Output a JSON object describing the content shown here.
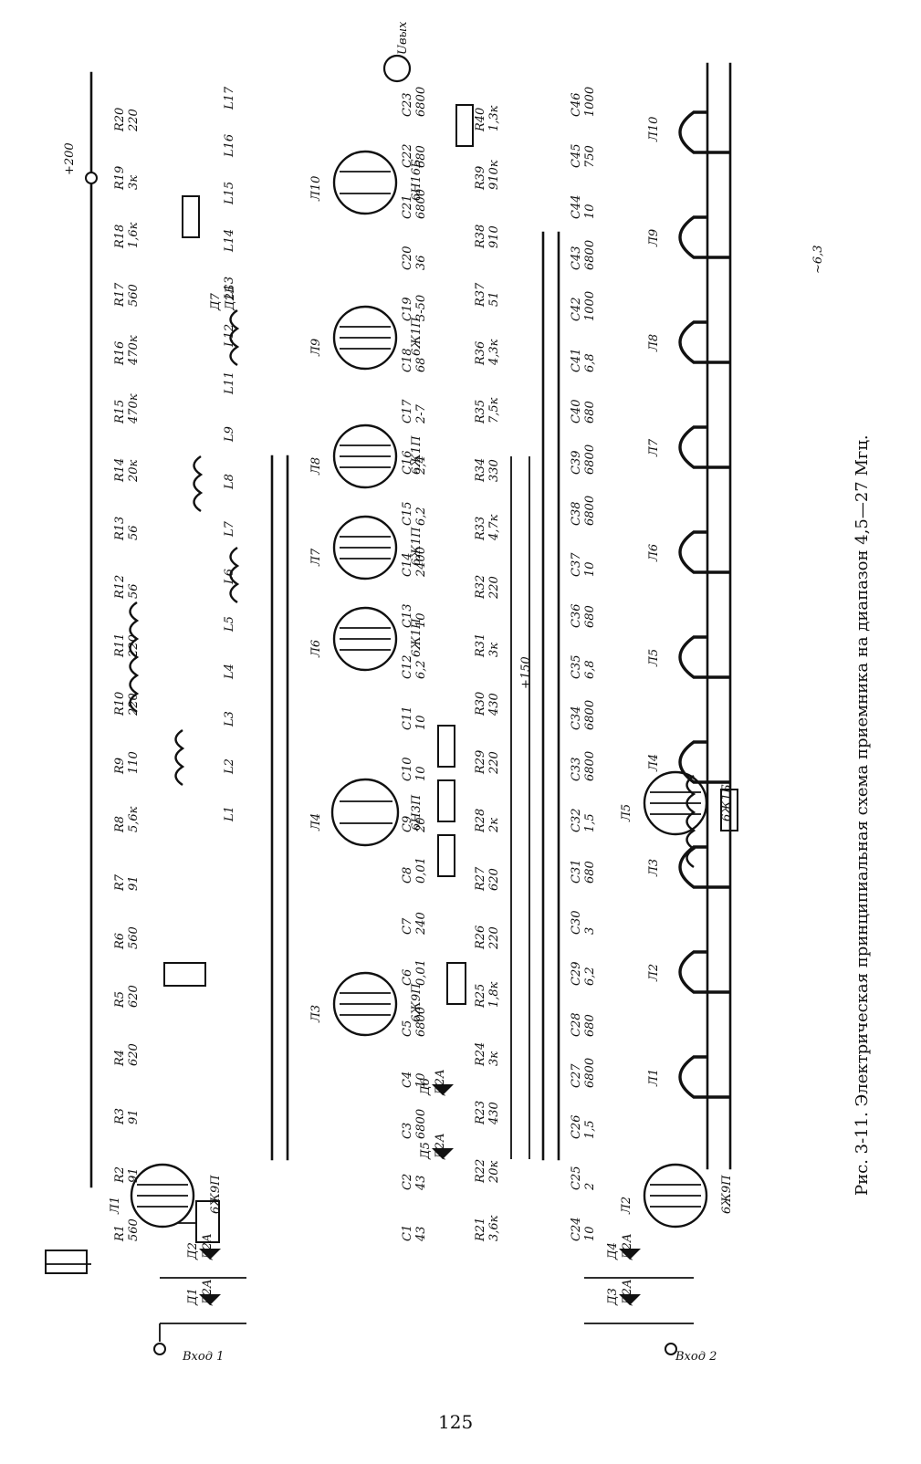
{
  "caption": "Рис. 3-11. Электрическая принципиальная схема приемника на диапазон 4,5—27 Мгц.",
  "page_number": "125",
  "supply_labels": {
    "b_plus_200": "+200",
    "b_plus_150": "+150",
    "filament": "~6,3",
    "output": "Uвых"
  },
  "inputs": {
    "in1": "Вход 1",
    "in2": "Вход 2"
  },
  "tubes": [
    {
      "ref": "Л1",
      "type": "6Ж9П"
    },
    {
      "ref": "Л2",
      "type": "6Ж9П"
    },
    {
      "ref": "Л3",
      "type": "6Ж9П"
    },
    {
      "ref": "Л4",
      "type": "6Н3П"
    },
    {
      "ref": "Л5",
      "type": "6Ж1Б"
    },
    {
      "ref": "Л6",
      "type": "6Ж1П"
    },
    {
      "ref": "Л7",
      "type": "6Ж1П"
    },
    {
      "ref": "Л8",
      "type": "6Ж1П"
    },
    {
      "ref": "Л9",
      "type": "6Ж1П"
    },
    {
      "ref": "Л10",
      "type": "6Н16Б"
    }
  ],
  "diodes": [
    {
      "ref": "Д1",
      "type": "Д2А"
    },
    {
      "ref": "Д2",
      "type": "Д2А"
    },
    {
      "ref": "Д3",
      "type": "Д2А"
    },
    {
      "ref": "Д4",
      "type": "Д2А"
    },
    {
      "ref": "Д5",
      "type": "Д2А"
    },
    {
      "ref": "Д6",
      "type": "Д2А"
    },
    {
      "ref": "Д7",
      "type": "Д2Б"
    }
  ],
  "resistors": [
    {
      "ref": "R1",
      "value": "560"
    },
    {
      "ref": "R2",
      "value": "91"
    },
    {
      "ref": "R3",
      "value": "91"
    },
    {
      "ref": "R4",
      "value": "620"
    },
    {
      "ref": "R5",
      "value": "620"
    },
    {
      "ref": "R6",
      "value": "560"
    },
    {
      "ref": "R7",
      "value": "91"
    },
    {
      "ref": "R8",
      "value": "5,6к"
    },
    {
      "ref": "R9",
      "value": "110"
    },
    {
      "ref": "R10",
      "value": "220"
    },
    {
      "ref": "R11",
      "value": "220"
    },
    {
      "ref": "R12",
      "value": "56"
    },
    {
      "ref": "R13",
      "value": "56"
    },
    {
      "ref": "R14",
      "value": "20к"
    },
    {
      "ref": "R15",
      "value": "470к"
    },
    {
      "ref": "R16",
      "value": "470к"
    },
    {
      "ref": "R17",
      "value": "560"
    },
    {
      "ref": "R18",
      "value": "1,6к"
    },
    {
      "ref": "R19",
      "value": "3к"
    },
    {
      "ref": "R20",
      "value": "220"
    },
    {
      "ref": "R21",
      "value": "3,6к"
    },
    {
      "ref": "R22",
      "value": "20к"
    },
    {
      "ref": "R23",
      "value": "430"
    },
    {
      "ref": "R24",
      "value": "3к"
    },
    {
      "ref": "R25",
      "value": "1,8к"
    },
    {
      "ref": "R26",
      "value": "220"
    },
    {
      "ref": "R27",
      "value": "620"
    },
    {
      "ref": "R28",
      "value": "2к"
    },
    {
      "ref": "R29",
      "value": "220"
    },
    {
      "ref": "R30",
      "value": "430"
    },
    {
      "ref": "R31",
      "value": "3к"
    },
    {
      "ref": "R32",
      "value": "220"
    },
    {
      "ref": "R33",
      "value": "4,7к"
    },
    {
      "ref": "R34",
      "value": "330"
    },
    {
      "ref": "R35",
      "value": "7,5к"
    },
    {
      "ref": "R36",
      "value": "4,3к"
    },
    {
      "ref": "R37",
      "value": "51"
    },
    {
      "ref": "R38",
      "value": "910"
    },
    {
      "ref": "R39",
      "value": "910к"
    },
    {
      "ref": "R40",
      "value": "1,3к"
    }
  ],
  "capacitors": [
    {
      "ref": "C1",
      "value": "43"
    },
    {
      "ref": "C2",
      "value": "43"
    },
    {
      "ref": "C3",
      "value": "6800"
    },
    {
      "ref": "C4",
      "value": "10"
    },
    {
      "ref": "C5",
      "value": "6800"
    },
    {
      "ref": "C6",
      "value": "0,01"
    },
    {
      "ref": "C7",
      "value": "240"
    },
    {
      "ref": "C8",
      "value": "0,01"
    },
    {
      "ref": "C9",
      "value": "20"
    },
    {
      "ref": "C10",
      "value": "10"
    },
    {
      "ref": "C11",
      "value": "10"
    },
    {
      "ref": "C12",
      "value": "6,2"
    },
    {
      "ref": "C13",
      "value": "10"
    },
    {
      "ref": "C14",
      "value": "2400"
    },
    {
      "ref": "C15",
      "value": "6,2"
    },
    {
      "ref": "C16",
      "value": "2,4"
    },
    {
      "ref": "C17",
      "value": "2-7"
    },
    {
      "ref": "C18",
      "value": "68"
    },
    {
      "ref": "C19",
      "value": "3-50"
    },
    {
      "ref": "C20",
      "value": "36"
    },
    {
      "ref": "C21",
      "value": "6800"
    },
    {
      "ref": "C22",
      "value": "680"
    },
    {
      "ref": "C23",
      "value": "6800"
    },
    {
      "ref": "C24",
      "value": "10"
    },
    {
      "ref": "C25",
      "value": "2"
    },
    {
      "ref": "C26",
      "value": "1,5"
    },
    {
      "ref": "C27",
      "value": "6800"
    },
    {
      "ref": "C28",
      "value": "680"
    },
    {
      "ref": "C29",
      "value": "6,2"
    },
    {
      "ref": "C30",
      "value": "3"
    },
    {
      "ref": "C31",
      "value": "680"
    },
    {
      "ref": "C32",
      "value": "1,5"
    },
    {
      "ref": "C33",
      "value": "6800"
    },
    {
      "ref": "C34",
      "value": "6800"
    },
    {
      "ref": "C35",
      "value": "6,8"
    },
    {
      "ref": "C36",
      "value": "680"
    },
    {
      "ref": "C37",
      "value": "10"
    },
    {
      "ref": "C38",
      "value": "6800"
    },
    {
      "ref": "C39",
      "value": "6800"
    },
    {
      "ref": "C40",
      "value": "680"
    },
    {
      "ref": "C41",
      "value": "6,8"
    },
    {
      "ref": "C42",
      "value": "1000"
    },
    {
      "ref": "C43",
      "value": "6800"
    },
    {
      "ref": "C44",
      "value": "10"
    },
    {
      "ref": "C45",
      "value": "750"
    },
    {
      "ref": "C46",
      "value": "1000"
    }
  ],
  "inductors": [
    "L1",
    "L2",
    "L3",
    "L4",
    "L5",
    "L6",
    "L7",
    "L8",
    "L9",
    "L11",
    "L12",
    "L13",
    "L14",
    "L15",
    "L16",
    "L17"
  ],
  "filament_chain": [
    "Л1",
    "Л2",
    "Л3",
    "Л4",
    "Л5",
    "Л6",
    "Л7",
    "Л8",
    "Л9",
    "Л10"
  ]
}
